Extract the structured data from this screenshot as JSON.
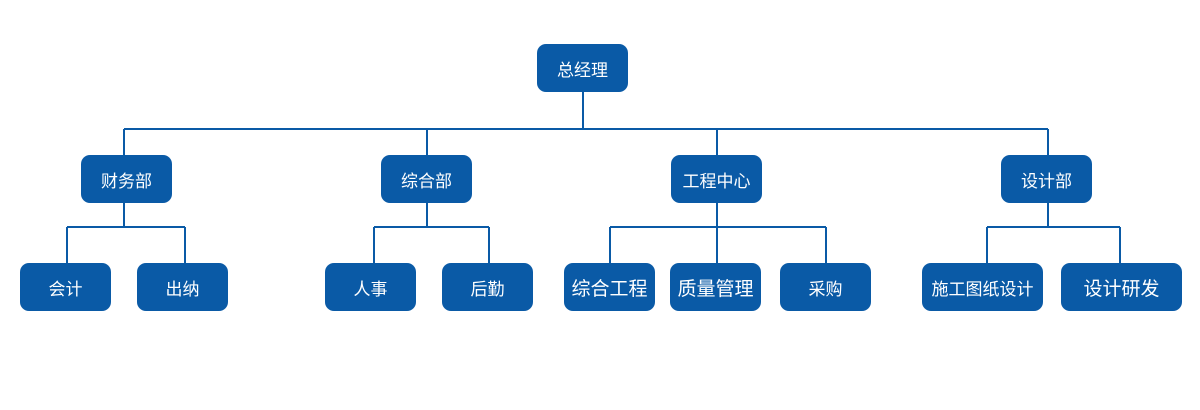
{
  "org_chart": {
    "root": {
      "label": "总经理"
    },
    "departments": [
      {
        "label": "财务部",
        "children": [
          {
            "label": "会计"
          },
          {
            "label": "出纳"
          }
        ]
      },
      {
        "label": "综合部",
        "children": [
          {
            "label": "人事"
          },
          {
            "label": "后勤"
          }
        ]
      },
      {
        "label": "工程中心",
        "children": [
          {
            "label": "综合工程"
          },
          {
            "label": "质量管理"
          },
          {
            "label": "采购"
          }
        ]
      },
      {
        "label": "设计部",
        "children": [
          {
            "label": "施工图纸设计"
          },
          {
            "label": "设计研发"
          }
        ]
      }
    ]
  },
  "colors": {
    "node_fill": "#0a5aa6",
    "node_text": "#ffffff",
    "connector": "#0a5aa6",
    "background": "#ffffff"
  }
}
